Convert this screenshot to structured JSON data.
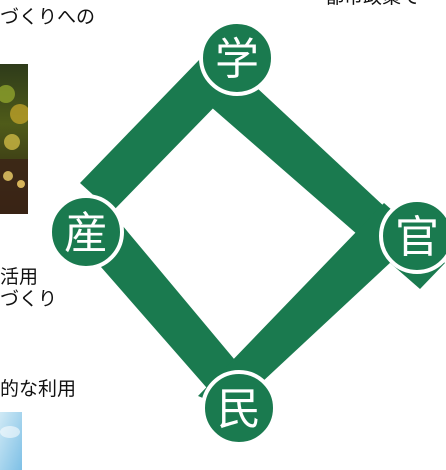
{
  "left_text": {
    "line1": "づくりへの",
    "line2": "活用",
    "line3": "づくり",
    "line4": "的な利用"
  },
  "right_text": {
    "line1": "都市政策で"
  },
  "diagram": {
    "nodes": {
      "top": "学",
      "left": "産",
      "right": "官",
      "bottom": "民"
    }
  },
  "colors": {
    "green": "#1a7a4f",
    "node_stroke": "#ffffff"
  }
}
